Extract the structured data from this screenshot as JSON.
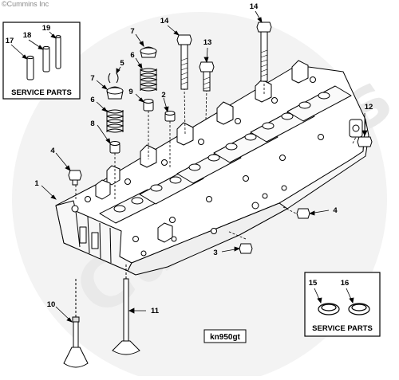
{
  "copyright": "©Cummins Inc",
  "watermark": "Cummins",
  "figure_code": "kn950gt",
  "service_boxes": [
    {
      "title": "SERVICE PARTS",
      "parts": [
        "17",
        "18",
        "19"
      ]
    },
    {
      "title": "SERVICE PARTS",
      "parts": [
        "15",
        "16"
      ]
    }
  ],
  "callouts": [
    "1",
    "2",
    "3",
    "4",
    "4",
    "5",
    "6",
    "6",
    "7",
    "7",
    "8",
    "9",
    "10",
    "11",
    "12",
    "13",
    "14",
    "14",
    "15",
    "16",
    "17",
    "18",
    "19"
  ]
}
